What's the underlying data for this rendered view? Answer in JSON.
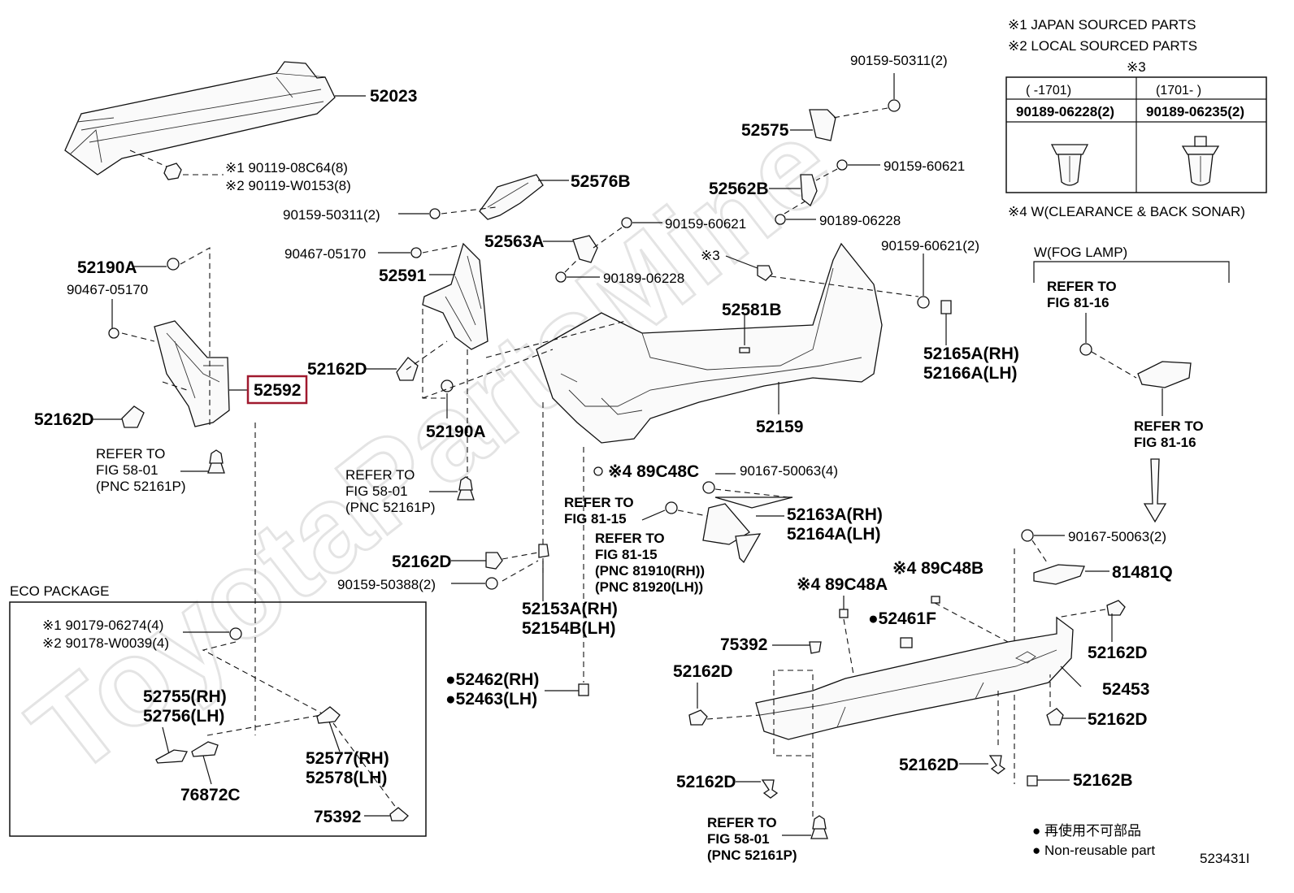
{
  "watermark": "ToyotaPartsMine",
  "legend": {
    "note1": "※1  JAPAN SOURCED PARTS",
    "note2": "※2  LOCAL SOURCED PARTS",
    "note3": "※3",
    "note4": "※4  W(CLEARANCE & BACK SONAR)",
    "table": {
      "col1_header": "(      -1701)",
      "col2_header": "(1701-      )",
      "col1_part": "90189-06228(2)",
      "col2_part": "90189-06235(2)"
    }
  },
  "fog_lamp": {
    "title": "W(FOG LAMP)",
    "refer_top_1": "REFER  TO",
    "refer_top_2": "FIG  81-16",
    "refer_bottom_1": "REFER  TO",
    "refer_bottom_2": "FIG  81-16"
  },
  "eco_package": {
    "title": "ECO PACKAGE"
  },
  "footer": {
    "non_reusable_jp": "● 再使用不可部品",
    "non_reusable_en": "● Non-reusable part",
    "figure_code": "523431I"
  },
  "parts": {
    "p52023": "52023",
    "p90119_a": "※1  90119-08C64(8)",
    "p90119_b": "※2  90119-W0153(8)",
    "p52190A_top": "52190A",
    "p90467_left": "90467-05170",
    "p52162D_left": "52162D",
    "p52592": "52592",
    "ref_left_1": "REFER  TO",
    "ref_left_2": "FIG  58-01",
    "ref_left_3": "(PNC  52161P)",
    "p90159_50311_mid": "90159-50311(2)",
    "p90467_mid": "90467-05170",
    "p52591": "52591",
    "p52162D_mid": "52162D",
    "p52190A_mid": "52190A",
    "ref_mid_1": "REFER  TO",
    "ref_mid_2": "FIG  58-01",
    "ref_mid_3": "(PNC  52161P)",
    "p52576B": "52576B",
    "p52563A": "52563A",
    "p90159_60621_a": "90159-60621",
    "p90189_06228_a": "90189-06228",
    "p90159_50311_top": "90159-50311(2)",
    "p52575": "52575",
    "p52562B": "52562B",
    "p90159_60621_b": "90159-60621",
    "p90189_06228_b": "90189-06228",
    "p_note3": "※3",
    "p90159_60621_c": "90159-60621(2)",
    "p52581B": "52581B",
    "p52165A": "52165A(RH)",
    "p52166A": "52166A(LH)",
    "p52159": "52159",
    "p89C48C": "※4 89C48C",
    "p90167_50063_4": "90167-50063(4)",
    "ref_8115a_1": "REFER  TO",
    "ref_8115a_2": "FIG  81-15",
    "p52163A": "52163A(RH)",
    "p52164A": "52164A(LH)",
    "ref_8115b_1": "REFER  TO",
    "ref_8115b_2": "FIG  81-15",
    "ref_8115b_3": "(PNC  81910(RH))",
    "ref_8115b_4": "(PNC  81920(LH))",
    "p52162D_c": "52162D",
    "p90159_50388": "90159-50388(2)",
    "p52153A": "52153A(RH)",
    "p52154B": "52154B(LH)",
    "p52462": "●52462(RH)",
    "p52463": "●52463(LH)",
    "p90167_50063_2": "90167-50063(2)",
    "p81481Q": "81481Q",
    "p89C48B": "※4 89C48B",
    "p89C48A": "※4 89C48A",
    "p52461F": "●52461F",
    "p75392_main": "75392",
    "p52162D_d": "52162D",
    "p52162D_e": "52162D",
    "p52453": "52453",
    "p52162D_f": "52162D",
    "p52162D_g": "52162D",
    "p52162D_h": "52162D",
    "p52162B": "52162B",
    "ref_bot_1": "REFER  TO",
    "ref_bot_2": "FIG  58-01",
    "ref_bot_3": "(PNC  52161P)",
    "eco_90179": "※1 90179-06274(4)",
    "eco_90178": "※2 90178-W0039(4)",
    "eco_52755": "52755(RH)",
    "eco_52756": "52756(LH)",
    "eco_52577": "52577(RH)",
    "eco_52578": "52578(LH)",
    "eco_76872C": "76872C",
    "eco_75392": "75392"
  }
}
